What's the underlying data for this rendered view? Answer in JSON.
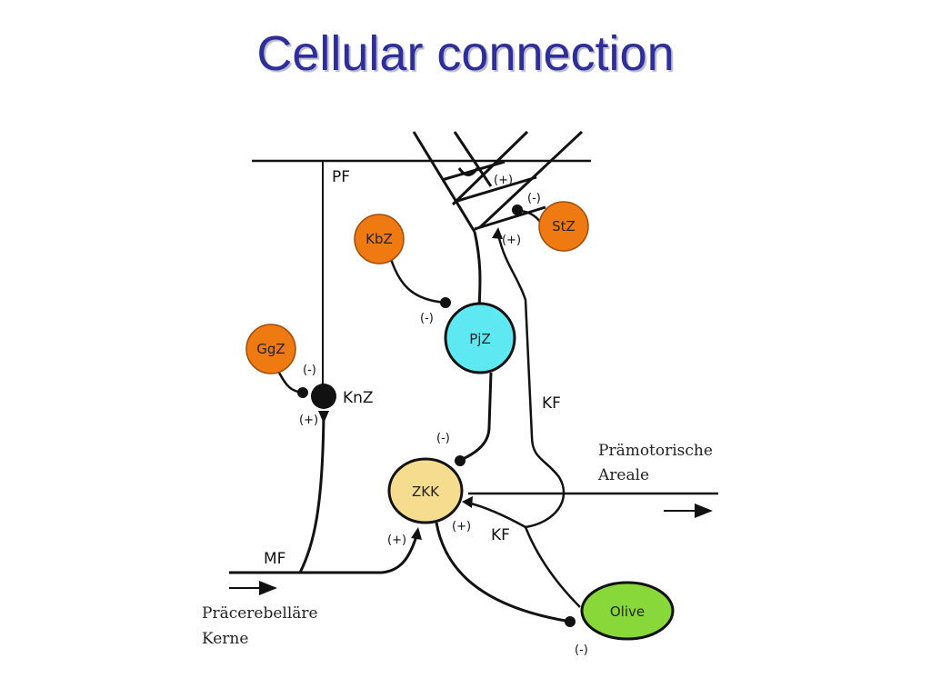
{
  "title": "Cellular connection",
  "colors": {
    "title": "#2e2e9a",
    "orange": "#f07a12",
    "cyan": "#5ee8f2",
    "yellow": "#f6dc8e",
    "green": "#88d83a"
  },
  "nodes": {
    "stz": "StZ",
    "kbz": "KbZ",
    "pjz": "PjZ",
    "ggz": "GgZ",
    "knz": "KnZ",
    "zkk": "ZKK",
    "olive": "Olive"
  },
  "fibers": {
    "pf": "PF",
    "kf_upper": "KF",
    "kf_lower": "KF",
    "mf": "MF"
  },
  "signs": {
    "plus": "(+)",
    "minus": "(-)"
  },
  "areas": {
    "premotor_line1": "Prämotorische",
    "premotor_line2": "Areale",
    "precerebellar_line1": "Präcerebelläre",
    "precerebellar_line2": "Kerne"
  }
}
